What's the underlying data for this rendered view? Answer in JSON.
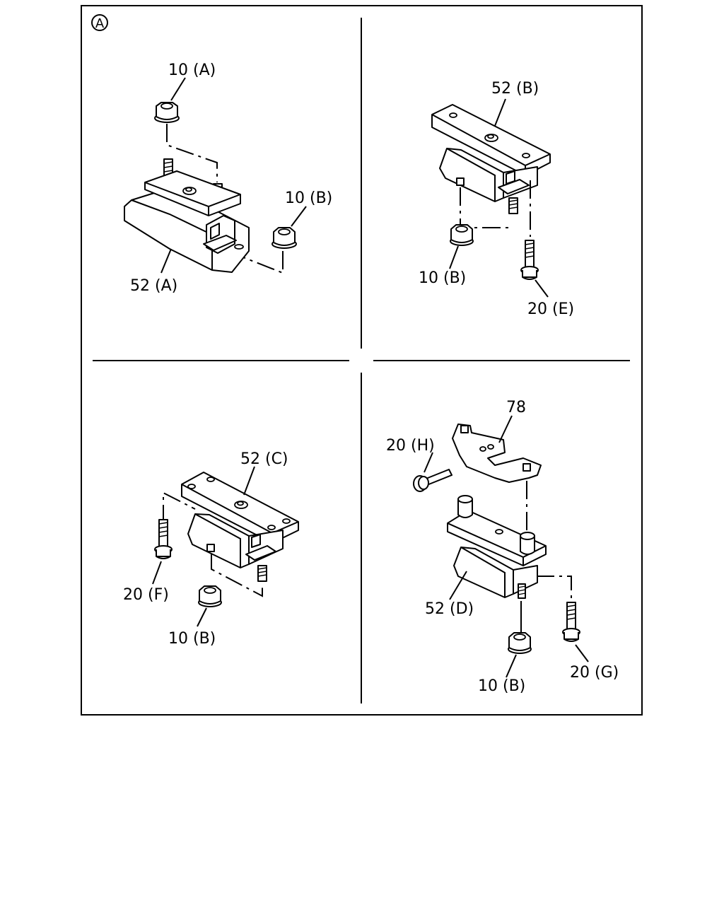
{
  "diagram": {
    "section_marker": "A",
    "quadrant_top_left": {
      "labels": {
        "nut_top": "10 (A)",
        "nut_side": "10 (B)",
        "mount": "52 (A)"
      }
    },
    "quadrant_top_right": {
      "labels": {
        "mount": "52 (B)",
        "nut": "10 (B)",
        "bolt": "20 (E)"
      }
    },
    "quadrant_bottom_left": {
      "labels": {
        "mount": "52 (C)",
        "bolt": "20 (F)",
        "nut": "10 (B)"
      }
    },
    "quadrant_bottom_right": {
      "labels": {
        "bracket": "78",
        "bolt_bracket": "20 (H)",
        "mount": "52 (D)",
        "nut": "10 (B)",
        "bolt": "20 (G)"
      }
    }
  }
}
